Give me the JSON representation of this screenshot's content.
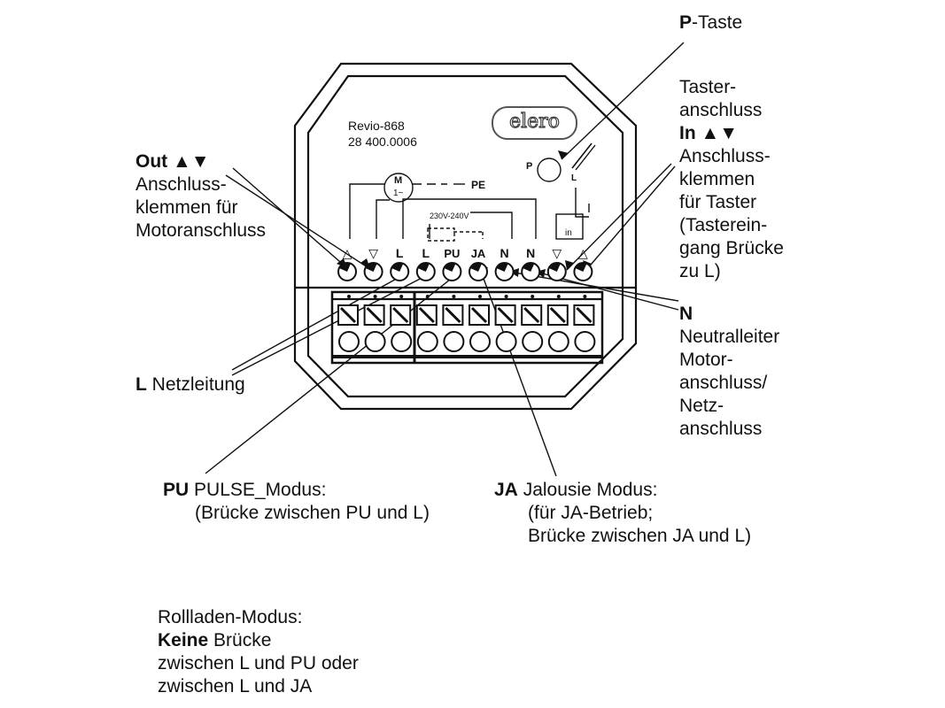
{
  "device": {
    "model": "Revio-868",
    "article_no": "28 400.0006",
    "logo": "elero",
    "motor_label": "M",
    "motor_sub": "1~",
    "pe_label": "PE",
    "voltage_label": "230V-240V",
    "p_button_label": "P",
    "l_label": "L",
    "in_label": "in",
    "terminals": [
      "△",
      "▽",
      "L",
      "L",
      "PU",
      "JA",
      "N",
      "N",
      "▽",
      "△"
    ]
  },
  "labels": {
    "p_taste": {
      "bold": "P",
      "text": "-Taste"
    },
    "taster": {
      "lines": [
        "Taster-",
        "anschluss"
      ],
      "in_bold": "In ▲▼",
      "lines2": [
        "Anschluss-",
        "klemmen",
        "für Taster",
        "(Tasterein-",
        "gang Brücke",
        "zu L)"
      ]
    },
    "out": {
      "bold": "Out ▲▼",
      "lines": [
        "Anschluss-",
        "klemmen für",
        "Motoranschluss"
      ]
    },
    "l_netz": {
      "bold": "L",
      "text": " Netzleitung"
    },
    "n": {
      "bold": "N",
      "lines": [
        "Neutralleiter",
        "Motor-",
        "anschluss/",
        "Netz-",
        "anschluss"
      ]
    },
    "pu": {
      "bold": "PU",
      "text": " PULSE_Modus:",
      "line2": "(Brücke zwischen PU und L)"
    },
    "ja": {
      "bold": "JA",
      "text": " Jalousie Modus:",
      "line2": "(für JA-Betrieb;",
      "line3": "Brücke zwischen JA und L)"
    },
    "rollladen": {
      "line1": "Rollladen-Modus:",
      "bold": "Keine",
      "line2_rest": " Brücke",
      "line3": "zwischen L und PU oder",
      "line4": "zwischen L und JA"
    }
  }
}
